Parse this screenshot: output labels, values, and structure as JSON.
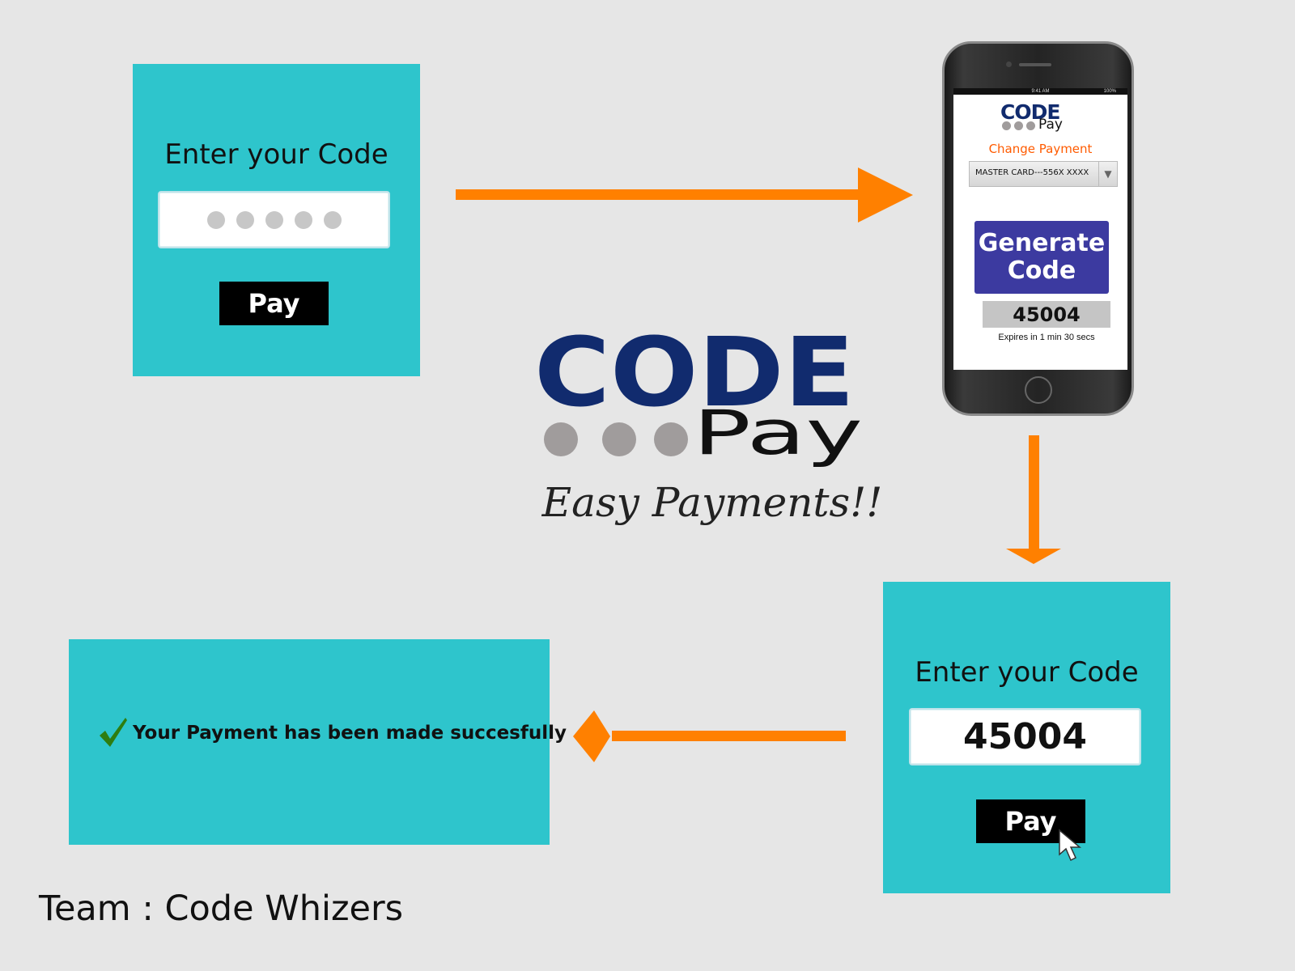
{
  "step1": {
    "title": "Enter your Code",
    "pay_label": "Pay"
  },
  "phone": {
    "status_time": "9:41 AM",
    "status_battery": "100%",
    "logo_code": "CODE",
    "logo_pay": "Pay",
    "change_payment": "Change Payment",
    "card_select": "MASTER CARD---556X XXXX",
    "generate_label_line1": "Generate",
    "generate_label_line2": "Code",
    "generated_code": "45004",
    "expires": "Expires in 1 min 30 secs"
  },
  "logo": {
    "code": "CODE",
    "pay": "Pay",
    "tagline": "Easy Payments!!"
  },
  "step3": {
    "title": "Enter your Code",
    "code_value": "45004",
    "pay_label": "Pay"
  },
  "success": {
    "message": "Your Payment has been made succesfully"
  },
  "footer": {
    "team": "Team : Code Whizers"
  },
  "colors": {
    "panel": "#2ec5cc",
    "arrow": "#ff8000",
    "logo_blue": "#112b6e",
    "generate_button": "#3c3aa0",
    "check": "#2e7d10"
  }
}
